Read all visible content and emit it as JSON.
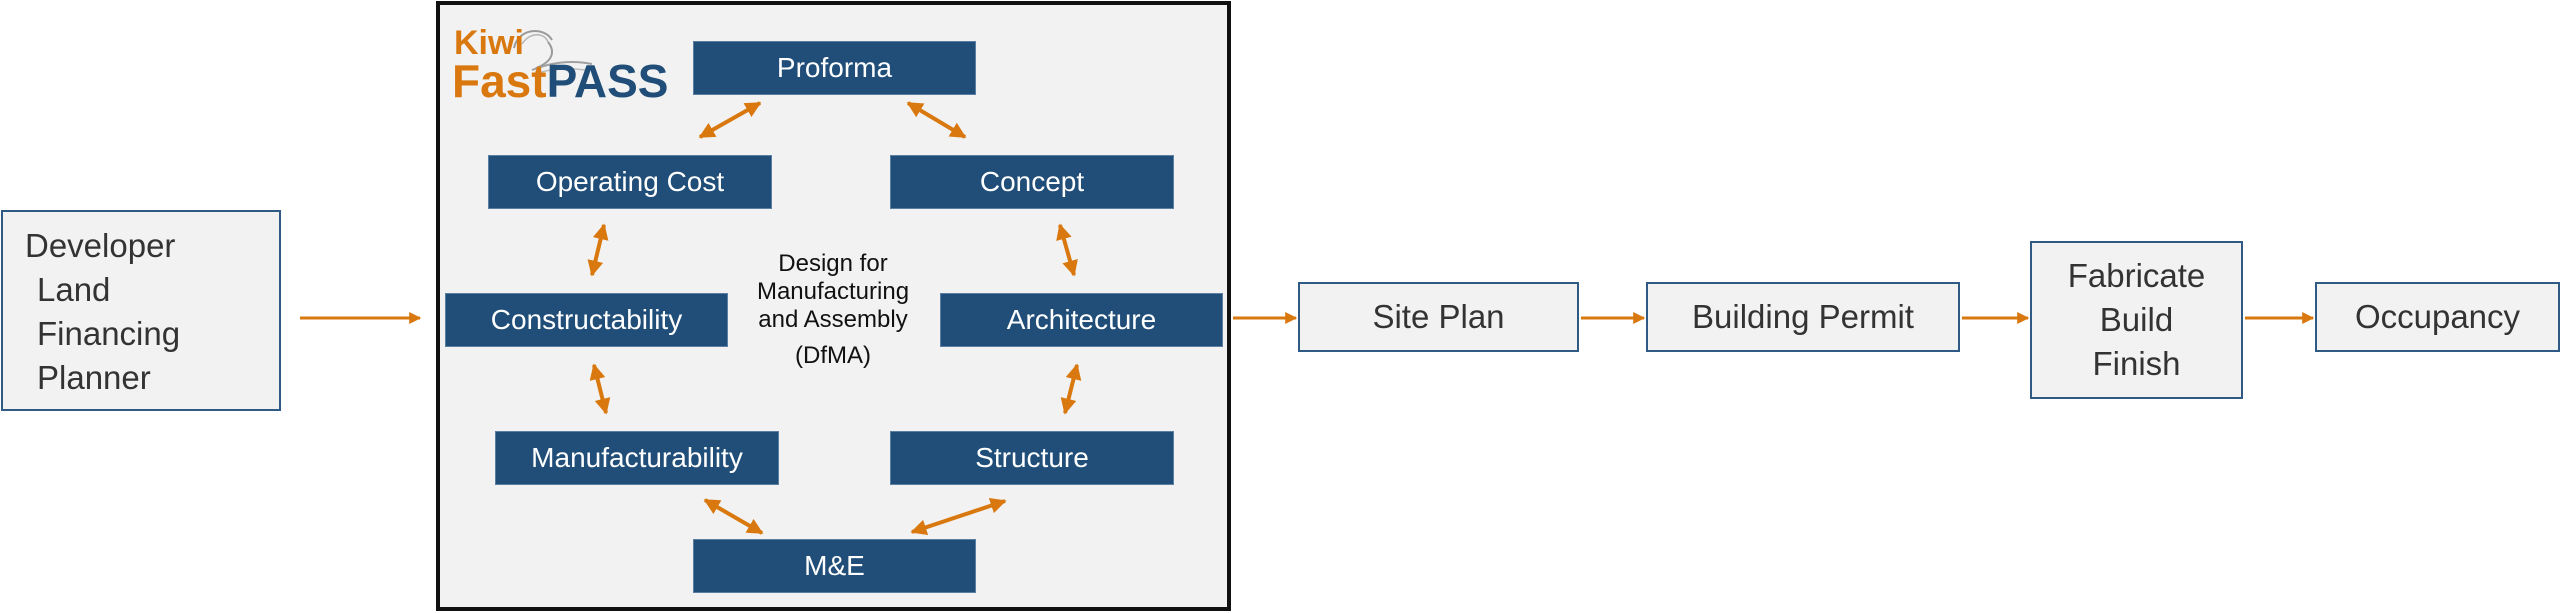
{
  "colors": {
    "accent_orange": "#d9780e",
    "node_dark_blue": "#204e78",
    "box_border_blue": "#2f5a86",
    "box_fill": "#f2f2f2",
    "frame_border": "#111111"
  },
  "start_box": {
    "lines": [
      "Developer",
      "Land",
      "Financing",
      "Planner"
    ]
  },
  "dfma": {
    "logo": {
      "kiwi": "Kiwi",
      "fast": "Fast",
      "pass": "PASS"
    },
    "center_label": {
      "line1": "Design for",
      "line2": "Manufacturing",
      "line3": "and Assembly",
      "line4": "(DfMA)"
    },
    "nodes": {
      "proforma": "Proforma",
      "operating_cost": "Operating Cost",
      "concept": "Concept",
      "constructability": "Constructability",
      "architecture": "Architecture",
      "manufacturability": "Manufacturability",
      "structure": "Structure",
      "me": "M&E"
    },
    "cycle_links": [
      [
        "Proforma",
        "Operating Cost"
      ],
      [
        "Proforma",
        "Concept"
      ],
      [
        "Operating Cost",
        "Constructability"
      ],
      [
        "Concept",
        "Architecture"
      ],
      [
        "Constructability",
        "Manufacturability"
      ],
      [
        "Architecture",
        "Structure"
      ],
      [
        "Manufacturability",
        "M&E"
      ],
      [
        "Structure",
        "M&E"
      ]
    ]
  },
  "process_steps": {
    "site_plan": "Site Plan",
    "building_permit": "Building Permit",
    "fabricate": {
      "line1": "Fabricate",
      "line2": "Build",
      "line3": "Finish"
    },
    "occupancy": "Occupancy"
  },
  "flow": [
    "Developer / Land / Financing / Planner",
    "DfMA",
    "Site Plan",
    "Building Permit",
    "Fabricate / Build / Finish",
    "Occupancy"
  ]
}
